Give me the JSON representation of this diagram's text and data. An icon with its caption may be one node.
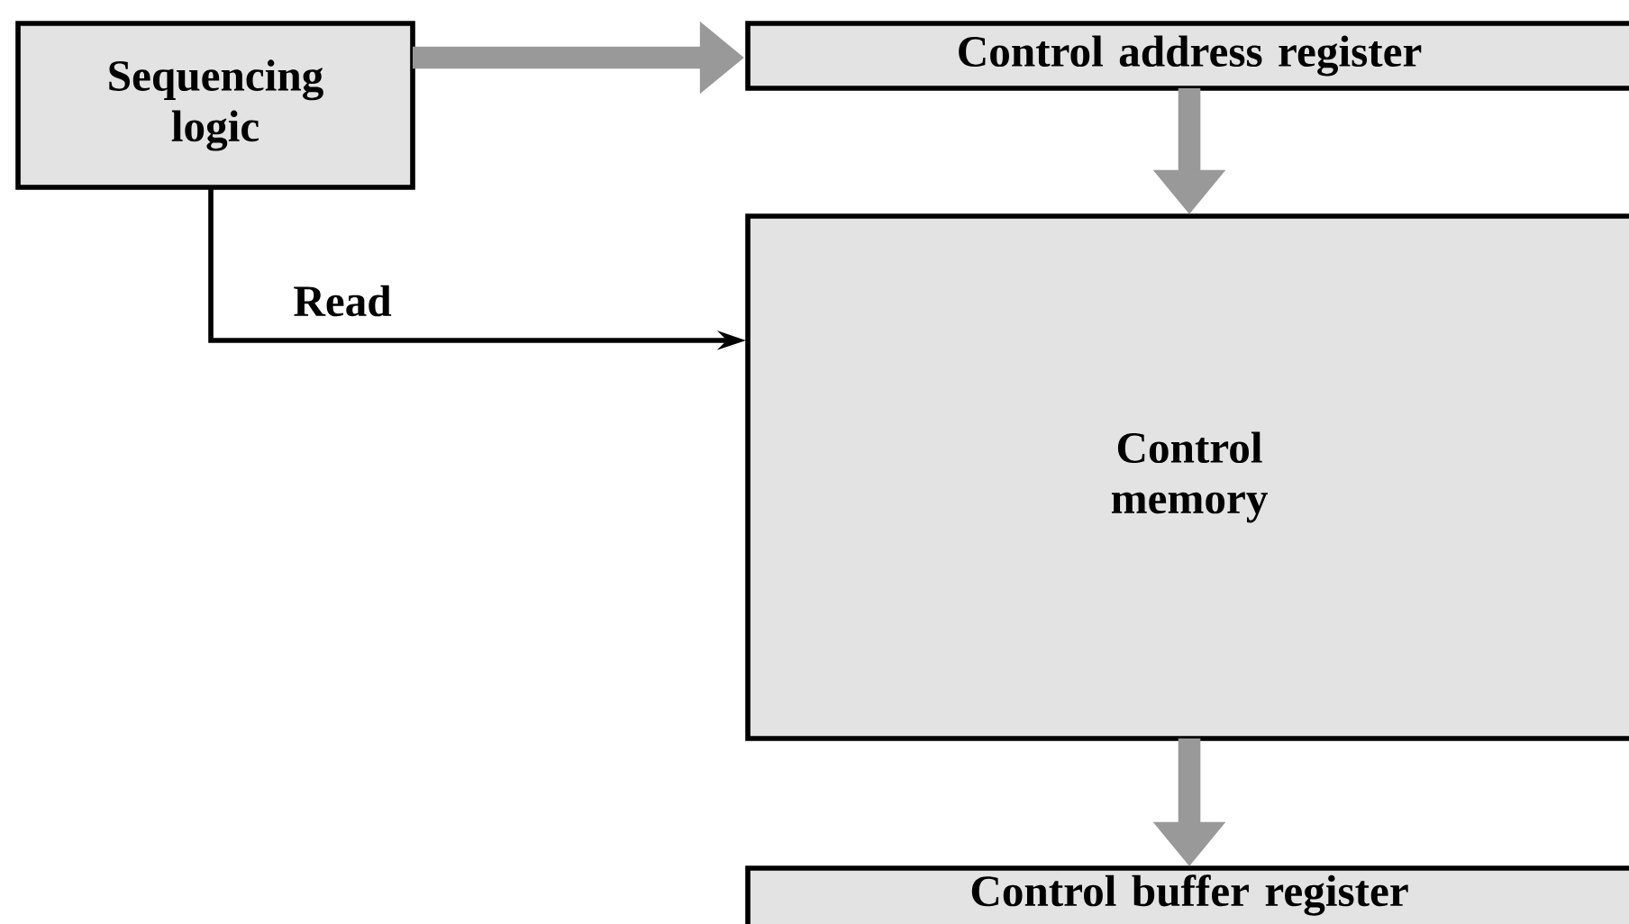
{
  "diagram": {
    "nodes": [
      {
        "text": [
          "Sequencing logic"
        ]
      },
      {
        "text": [
          "Control address register"
        ]
      },
      {
        "text": [
          "Control memory"
        ]
      },
      {
        "text": [
          "Control buffer register"
        ]
      }
    ],
    "edges": [
      {
        "from": 0,
        "to": 1,
        "arrow": "to"
      },
      {
        "from": 1,
        "to": 2,
        "arrow": "to"
      },
      {
        "from": 0,
        "to": 2,
        "arrow": "to",
        "label": "Read",
        "color": "#000000"
      },
      {
        "from": 2,
        "to": 3,
        "arrow": "to"
      }
    ]
  }
}
